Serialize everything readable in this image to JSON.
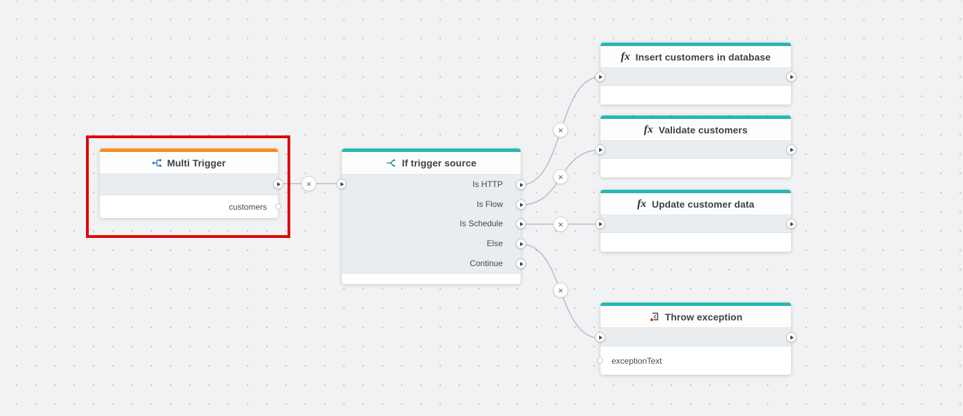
{
  "canvas": {
    "background_color": "#f1f2f3",
    "dot_color": "#c9cbce"
  },
  "highlight": {
    "color": "#e00000"
  },
  "connection": {
    "delete_badge_glyph": "×",
    "line_color": "#b8bcc1"
  },
  "nodes": {
    "multi_trigger": {
      "title": "Multi Trigger",
      "accent_color": "#f78b1f",
      "param_label": "customers"
    },
    "if_trigger_source": {
      "title": "If trigger source",
      "accent_color": "#2ab6b2",
      "outputs": [
        "Is HTTP",
        "Is Flow",
        "Is Schedule",
        "Else",
        "Continue"
      ]
    },
    "insert_customers": {
      "title": "Insert customers in database",
      "accent_color": "#2ab6b2",
      "icon_glyph": "fx"
    },
    "validate_customers": {
      "title": "Validate customers",
      "accent_color": "#2ab6b2",
      "icon_glyph": "fx"
    },
    "update_customer_data": {
      "title": "Update customer data",
      "accent_color": "#2ab6b2",
      "icon_glyph": "fx"
    },
    "throw_exception": {
      "title": "Throw exception",
      "accent_color": "#2ab6b2",
      "param_label": "exceptionText"
    }
  }
}
